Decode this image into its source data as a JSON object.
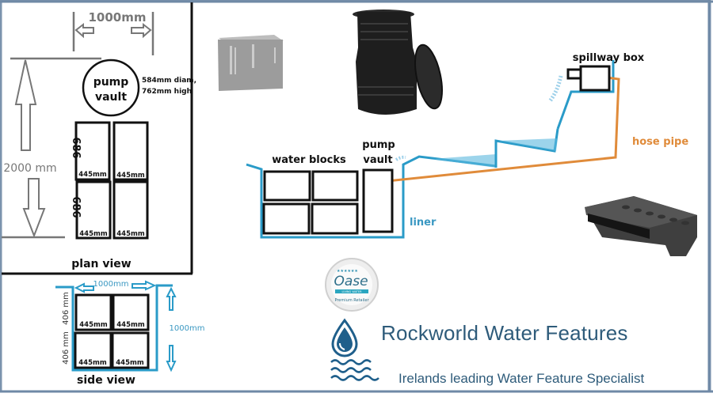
{
  "plan_view": {
    "title": "plan view",
    "width_dim": "1000mm",
    "height_dim": "2000 mm",
    "pump_vault_label_1": "pump",
    "pump_vault_label_2": "vault",
    "pump_vault_spec_1": "584mm diam,",
    "pump_vault_spec_2": "762mm high",
    "block_height_top": "686",
    "block_height_bottom": "686",
    "block_widths": [
      "445mm",
      "445mm",
      "445mm",
      "445mm"
    ]
  },
  "side_view": {
    "title": "side view",
    "width_dim": "1000mm",
    "depth_dim": "1000mm",
    "row_height_top": "406 mm",
    "row_height_bottom": "406 mm",
    "block_widths": [
      "445mm",
      "445mm",
      "445mm",
      "445mm"
    ]
  },
  "section_diagram": {
    "water_blocks_label": "water blocks",
    "pump_vault_label_1": "pump",
    "pump_vault_label_2": "vault",
    "liner_label": "liner",
    "hose_label": "hose pipe",
    "spillway_label": "spillway box"
  },
  "product_images": {
    "water_block": "water-block-crate",
    "pump_vault": "pump-vault-with-lid",
    "spillway": "spillway-blade"
  },
  "branding": {
    "partner_badge_name": "Oase",
    "partner_badge_sub": "LIVING WATER",
    "partner_badge_tag": "Premium Retailer",
    "company_name": "Rockworld Water Features",
    "tagline": "Irelands leading Water Feature Specialist"
  },
  "colors": {
    "liner": "#2a9bc8",
    "hose": "#e08b3a",
    "brand_text": "#2e5b7a",
    "brand_icon": "#1f5f8b",
    "frame": "#7b93ad"
  }
}
